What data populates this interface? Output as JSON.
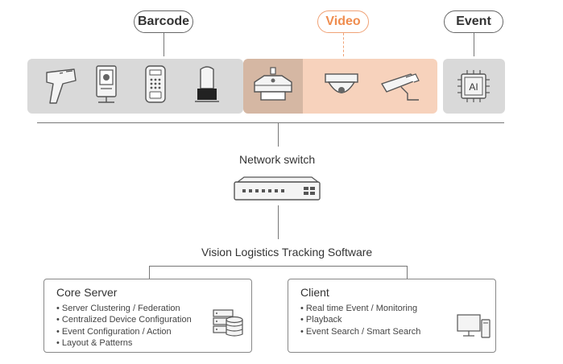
{
  "categories": {
    "barcode": "Barcode",
    "video": "Video",
    "event": "Event"
  },
  "devices": {
    "barcode": [
      "barcode-scanner",
      "access-terminal",
      "keypad-terminal",
      "handheld-scanner"
    ],
    "video": [
      "ptz-camera",
      "dome-camera",
      "bullet-camera"
    ],
    "event": [
      "ai-chip"
    ]
  },
  "ai_chip_label": "AI",
  "network_switch_label": "Network switch",
  "software_label": "Vision Logistics Tracking Software",
  "core_server": {
    "title": "Core Server",
    "items": [
      "Server Clustering / Federation",
      "Centralized Device Configuration",
      "Event Configuration / Action",
      "Layout & Patterns"
    ],
    "icon": "server-database-icon"
  },
  "client": {
    "title": "Client",
    "items": [
      "Real time Event / Monitoring",
      "Playback",
      "Event Search / Smart Search"
    ],
    "icon": "desktop-computer-icon"
  },
  "colors": {
    "video_accent": "#ef8d4f",
    "device_panel": "#d9d9d9",
    "video_panel": "#f7d2bc",
    "line": "#777777"
  }
}
